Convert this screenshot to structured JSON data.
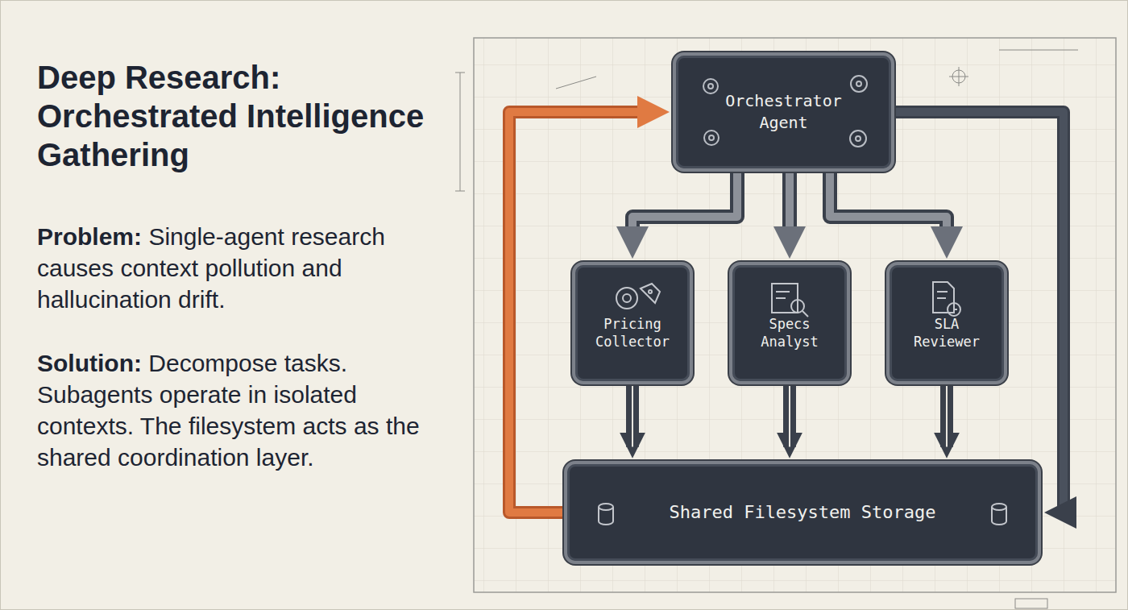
{
  "diagram": {
    "title": "Deep Research: Orchestrated Intelligence Gathering",
    "nodes": [
      {
        "text": [
          "Orchestrator Agent"
        ]
      },
      {
        "text": [
          "Pricing Collector"
        ]
      },
      {
        "text": [
          "Specs Analyst"
        ]
      },
      {
        "text": [
          "SLA Reviewer"
        ]
      },
      {
        "text": [
          "Shared Filesystem Storage"
        ]
      }
    ],
    "edges": [
      {
        "from": 0,
        "to": 1,
        "arrow": "to"
      },
      {
        "from": 0,
        "to": 2,
        "arrow": "to"
      },
      {
        "from": 0,
        "to": 3,
        "arrow": "to"
      },
      {
        "from": 1,
        "to": 4,
        "arrow": "to"
      },
      {
        "from": 2,
        "to": 4,
        "arrow": "to"
      },
      {
        "from": 3,
        "to": 4,
        "arrow": "to"
      },
      {
        "from": 4,
        "to": 0,
        "arrow": "to"
      },
      {
        "from": 0,
        "to": 4,
        "arrow": "to"
      }
    ],
    "labels": [
      "Problem:",
      "Single-agent research causes context pollution and hallucination drift.",
      "Solution:",
      "Decompose tasks. Subagents operate in isolated contexts. The filesystem acts as the shared coordination layer."
    ]
  }
}
